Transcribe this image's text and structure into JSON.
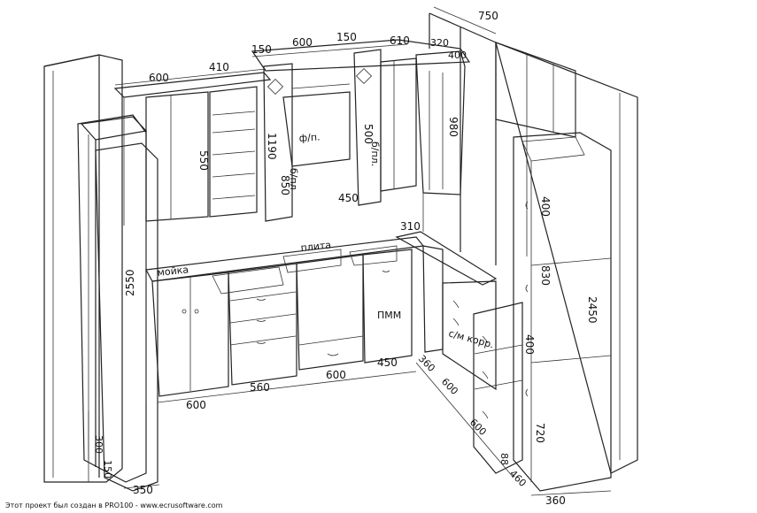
{
  "drawing": {
    "dimensions": {
      "tall_left_height": "2550",
      "tall_right_height": "2450",
      "w_600_top": "600",
      "w_410": "410",
      "w_150_a": "150",
      "w_600_hood": "600",
      "w_150_b": "150",
      "w_610": "610",
      "w_320": "320",
      "w_400_top": "400",
      "w_750": "750",
      "h_550": "550",
      "h_1190": "1190",
      "h_500": "500",
      "h_980": "980",
      "h_850": "850",
      "h_450_mid": "450",
      "h_400_right": "400",
      "h_830": "830",
      "h_400_low": "400",
      "h_720": "720",
      "w_310": "310",
      "b_600_a": "600",
      "b_560": "560",
      "b_600_b": "600",
      "b_450": "450",
      "b_360": "360",
      "b_600_c": "600",
      "b_600_d": "600",
      "b_88": "88",
      "b_460": "460",
      "b_360_c": "360",
      "s_300": "300",
      "s_150": "150",
      "s_350": "350"
    },
    "labels": {
      "sink": "мойка",
      "hob": "плита",
      "hood": "ф/п.",
      "dishwasher": "ПММ",
      "corner": "с/м корр.",
      "curtain": "б/пл.",
      "bottle": "б/пл"
    },
    "footer": "Этот проект был создан в PRO100 - www.ecrusoftware.com"
  }
}
